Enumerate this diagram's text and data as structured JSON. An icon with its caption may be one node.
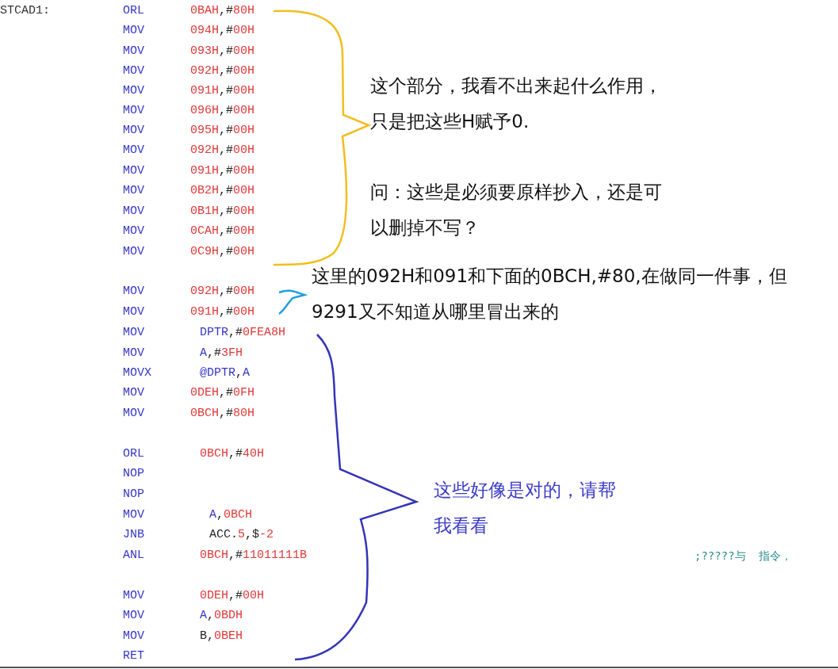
{
  "diagram": {
    "labels": [
      "STCAD1:",
      "ORL",
      "0BAH,#80H",
      "MOV",
      "094H,#00H",
      "MOV",
      "093H,#00H",
      "MOV",
      "092H,#00H",
      "MOV",
      "091H,#00H",
      "MOV",
      "096H,#00H",
      "MOV",
      "095H,#00H",
      "MOV",
      "092H,#00H",
      "MOV",
      "091H,#00H",
      "MOV",
      "0B2H,#00H",
      "MOV",
      "0B1H,#00H",
      "MOV",
      "0CAH,#00H",
      "MOV",
      "0C9H,#00H",
      "MOV",
      "092H,#00H",
      "MOV",
      "091H,#00H",
      "MOV",
      "DPTR,#0FEA8H",
      "MOV",
      "A,#3FH",
      "MOVX",
      "@DPTR,A",
      "MOV",
      "0DEH,#0FH",
      "MOV",
      "0BCH,#80H",
      "ORL",
      "0BCH,#40H",
      "NOP",
      "NOP",
      "MOV",
      "A,0BCH",
      "JNB",
      "ACC.5,$-2",
      "ANL",
      "0BCH,#11011111B",
      "MOV",
      "0DEH,#00H",
      "MOV",
      "A,0BDH",
      "MOV",
      "B,0BEH",
      "RET",
      "这个部分，我看不出来起什么作用，只是把这些H赋予0.",
      "问：这些是必须要原样抄入，还是可以删掉不写？",
      "这里的092H和091和下面的0BCH,#80,在做同一件事，但9291又不知道从哪里冒出来的",
      "这些好像是对的，请帮我看看",
      ";?????与  指令，"
    ]
  }
}
